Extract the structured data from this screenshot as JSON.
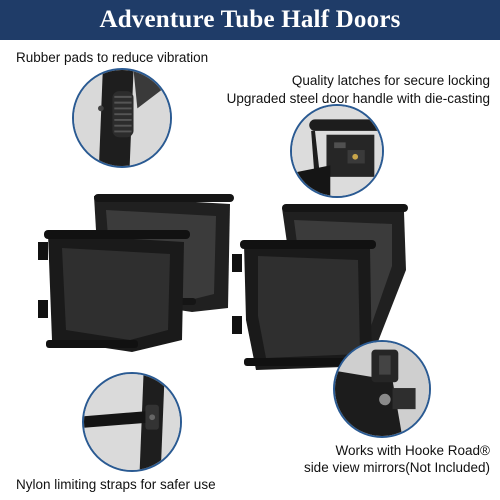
{
  "header": {
    "title": "Adventure Tube Half Doors",
    "bg_color": "#1f3c68",
    "text_color": "#ffffff"
  },
  "accent_color": "#2a5a92",
  "features": [
    {
      "text": "Rubber pads to reduce vibration"
    },
    {
      "text": "Quality latches for secure locking"
    },
    {
      "text": "Upgraded steel door handle with die-casting"
    },
    {
      "text": "Works with Hooke Road®"
    },
    {
      "text": "side view mirrors(Not Included)"
    },
    {
      "text": "Nylon limiting straps for safer use"
    }
  ]
}
